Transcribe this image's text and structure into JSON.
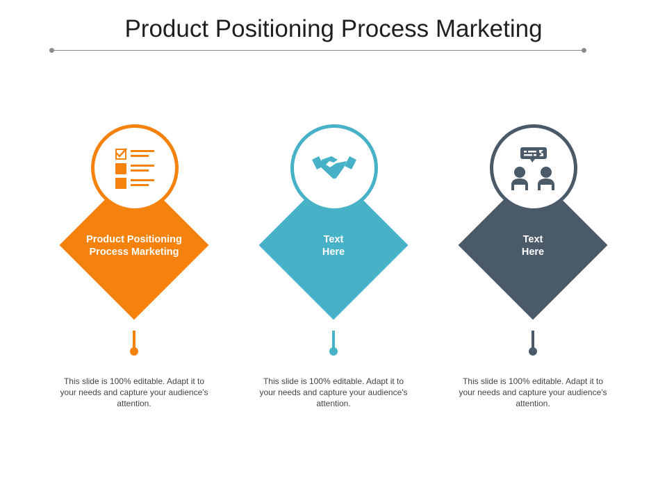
{
  "title": "Product Positioning Process Marketing",
  "items": [
    {
      "label_line1": "Product Positioning",
      "label_line2": "Process Marketing",
      "icon": "checklist-icon",
      "color": "#F5820D",
      "description": "This slide is 100% editable. Adapt it to your needs and capture your audience's attention."
    },
    {
      "label_line1": "Text",
      "label_line2": "Here",
      "icon": "handshake-icon",
      "color": "#47B2C7",
      "description": "This slide is 100% editable. Adapt it to your needs and capture your audience's attention."
    },
    {
      "label_line1": "Text",
      "label_line2": "Here",
      "icon": "conversation-icon",
      "color": "#4B5A68",
      "description": "This slide is 100% editable. Adapt it to your needs and capture your audience's attention."
    }
  ]
}
